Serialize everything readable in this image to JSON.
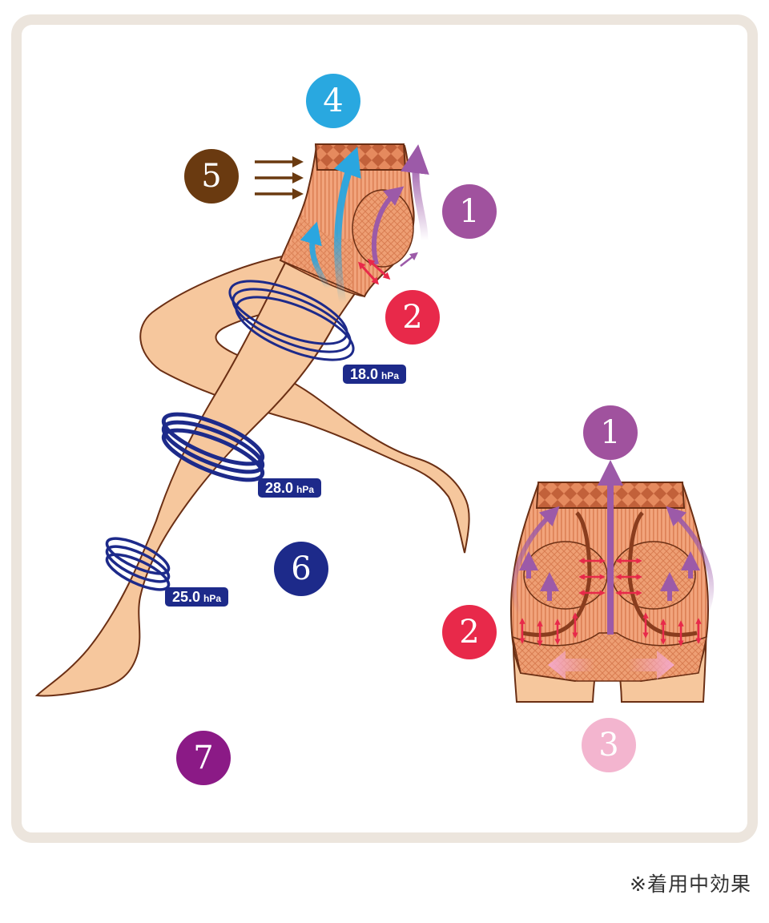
{
  "badges": [
    {
      "id": "4",
      "label": "4",
      "color": "#29a8e0"
    },
    {
      "id": "5",
      "label": "5",
      "color": "#6a3a10"
    },
    {
      "id": "1a",
      "label": "1",
      "color": "#a0529e"
    },
    {
      "id": "2a",
      "label": "2",
      "color": "#e8294a"
    },
    {
      "id": "6",
      "label": "6",
      "color": "#1d2a8a"
    },
    {
      "id": "7",
      "label": "7",
      "color": "#8b1a86"
    },
    {
      "id": "1b",
      "label": "1",
      "color": "#a0529e"
    },
    {
      "id": "2b",
      "label": "2",
      "color": "#e8294a"
    },
    {
      "id": "3",
      "label": "3",
      "color": "#f3b5cf"
    }
  ],
  "pressures": [
    {
      "id": "thigh",
      "value": "18.0",
      "unit": "hPa"
    },
    {
      "id": "calf",
      "value": "28.0",
      "unit": "hPa"
    },
    {
      "id": "ankle",
      "value": "25.0",
      "unit": "hPa"
    }
  ],
  "footnote": "※着用中効果",
  "colors": {
    "skin": "#f6c79d",
    "outline": "#6b2f14",
    "girdle": "#e9936a",
    "ring": "#1d2a8a",
    "arrow_purple": "#9c5aa8",
    "arrow_blue": "#2aa6e0",
    "arrow_red": "#e8294a",
    "arrow_pink": "#f4a9c9"
  }
}
